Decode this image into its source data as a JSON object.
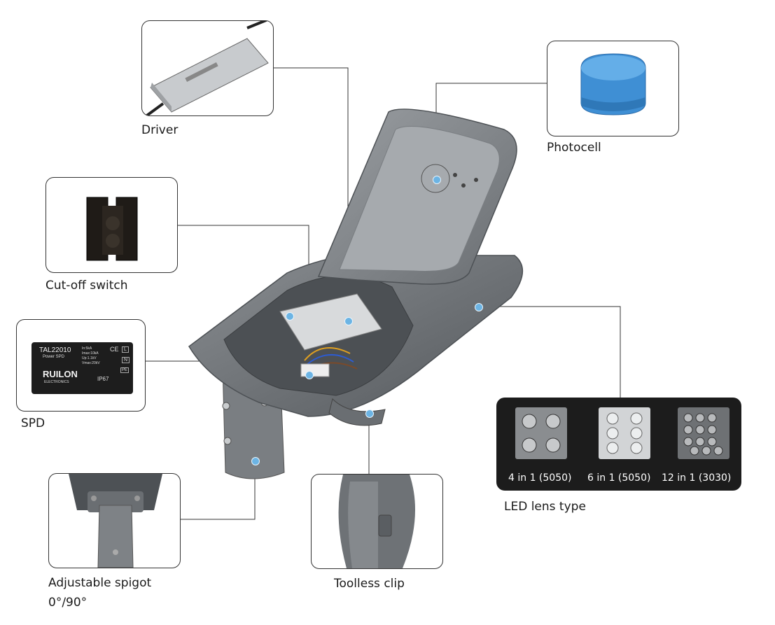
{
  "labels": {
    "driver": "Driver",
    "photocell": "Photocell",
    "cutoff_switch": "Cut-off switch",
    "spd": "SPD",
    "adjustable_spigot": "Adjustable spigot",
    "spigot_angle": "0°/90°",
    "toolless_clip": "Toolless clip",
    "led_lens_type": "LED lens type"
  },
  "lens_types": [
    {
      "label": "4 in 1 (5050)"
    },
    {
      "label": "6 in 1 (5050)"
    },
    {
      "label": "12 in 1 (3030)"
    }
  ],
  "spd_device": {
    "model": "TAL22010",
    "subtitle": "Power SPD",
    "specs": [
      "In:5kA",
      "Imax:10kA",
      "Up:1.1kV",
      "Vmax:20kV"
    ],
    "brand": "RUILON",
    "brand_sub": "ELECTRONICS",
    "rating": "IP67",
    "terminals": [
      "L",
      "N",
      "PE"
    ]
  },
  "colors": {
    "housing": "#6d7175",
    "callout_dot": "#6cb4e4",
    "photocell": "#3f8fd4",
    "lens_panel": "#1c1c1c"
  }
}
